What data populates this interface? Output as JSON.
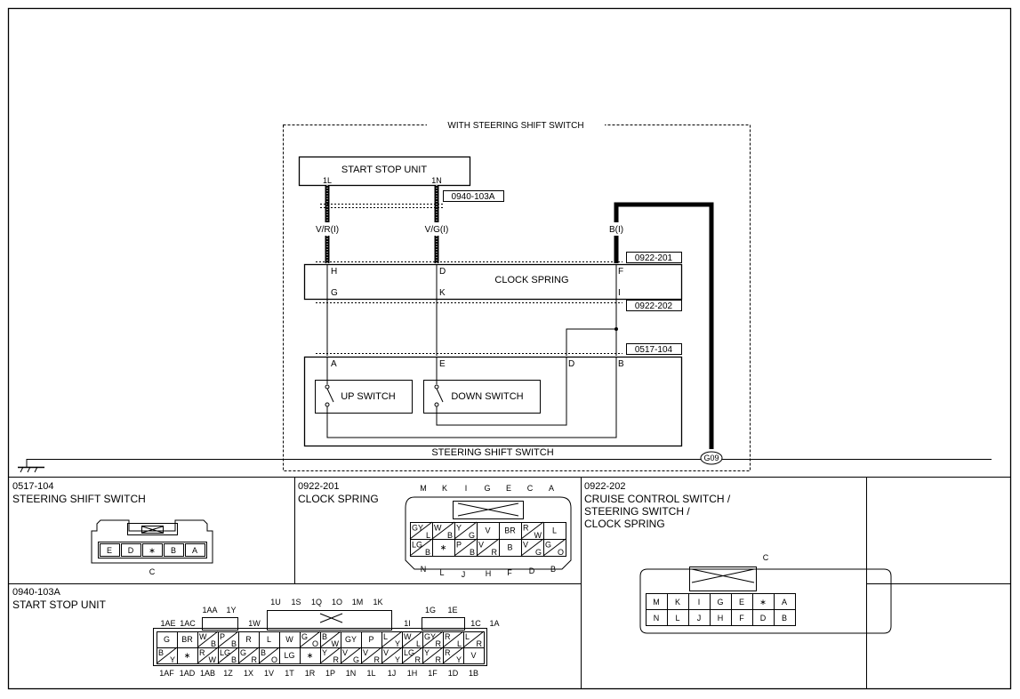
{
  "frame": {
    "title": "WITH STEERING SHIFT SWITCH"
  },
  "start_stop_unit": {
    "label": "START STOP UNIT",
    "pin_1l": "1L",
    "pin_1n": "1N",
    "connector": "0940-103A"
  },
  "wires": {
    "vr": "V/R(I)",
    "vg": "V/G(I)",
    "b": "B(I)"
  },
  "clock_spring": {
    "label": "CLOCK SPRING",
    "connector_top": "0922-201",
    "connector_bottom": "0922-202",
    "pins": {
      "h": "H",
      "d": "D",
      "f": "F",
      "g": "G",
      "k": "K",
      "i": "I"
    }
  },
  "steering_switch": {
    "label": "STEERING SHIFT SWITCH",
    "connector": "0517-104",
    "pins": {
      "a": "A",
      "e": "E",
      "d": "D",
      "b": "B"
    },
    "up": "UP SWITCH",
    "down": "DOWN SWITCH"
  },
  "ground": {
    "label": "G09"
  },
  "panels": {
    "p0517": {
      "code": "0517-104",
      "name": "STEERING SHIFT SWITCH",
      "cells": [
        "E",
        "D",
        "∗",
        "B",
        "A"
      ],
      "bottom": "C"
    },
    "p0922_201": {
      "code": "0922-201",
      "name": "CLOCK SPRING",
      "top": [
        "M",
        "K",
        "I",
        "G",
        "E",
        "C",
        "A"
      ],
      "bottom": [
        "N",
        "L",
        "J",
        "H",
        "F",
        "D",
        "B"
      ],
      "row1": [
        [
          "GY",
          "L"
        ],
        [
          "W",
          "B"
        ],
        [
          "Y",
          "G"
        ],
        [
          "V",
          ""
        ],
        [
          "BR",
          ""
        ],
        [
          "R",
          "W"
        ],
        [
          "L",
          ""
        ]
      ],
      "row2": [
        [
          "LG",
          "B"
        ],
        [
          "∗",
          ""
        ],
        [
          "P",
          "B"
        ],
        [
          "V",
          "R"
        ],
        [
          "B",
          ""
        ],
        [
          "V",
          "G"
        ],
        [
          "G",
          "O"
        ]
      ]
    },
    "p0922_202": {
      "code": "0922-202",
      "name1": "CRUISE CONTROL SWITCH /",
      "name2": "STEERING SWITCH /",
      "name3": "CLOCK SPRING",
      "top": "C",
      "row1": [
        "M",
        "K",
        "I",
        "G",
        "E",
        "∗",
        "A"
      ],
      "row2": [
        "N",
        "L",
        "J",
        "H",
        "F",
        "D",
        "B"
      ]
    },
    "p0940": {
      "code": "0940-103A",
      "name": "START STOP UNIT",
      "top_left": [
        "1AE",
        "1AC",
        "1AA",
        "1Y",
        "1W"
      ],
      "top_mid": [
        "1U",
        "1S",
        "1Q",
        "1O",
        "1M",
        "1K"
      ],
      "top_right": [
        "1I",
        "1G",
        "1E",
        "1C",
        "1A"
      ],
      "bottom": [
        "1AF",
        "1AD",
        "1AB",
        "1Z",
        "1X",
        "1V",
        "1T",
        "1R",
        "1P",
        "1N",
        "1L",
        "1J",
        "1H",
        "1F",
        "1D",
        "1B"
      ],
      "row1": [
        [
          "G",
          ""
        ],
        [
          "BR",
          ""
        ],
        [
          "W",
          "B"
        ],
        [
          "P",
          "B"
        ],
        [
          "R",
          ""
        ],
        [
          "L",
          ""
        ],
        [
          "W",
          ""
        ],
        [
          "G",
          "O"
        ],
        [
          "B",
          "W"
        ],
        [
          "GY",
          ""
        ],
        [
          "P",
          ""
        ],
        [
          "L",
          "Y"
        ],
        [
          "W",
          "L"
        ],
        [
          "GY",
          "R"
        ],
        [
          "R",
          "L"
        ],
        [
          "L",
          "R"
        ]
      ],
      "row2": [
        [
          "B",
          "Y"
        ],
        [
          "∗",
          ""
        ],
        [
          "R",
          "W"
        ],
        [
          "LG",
          "B"
        ],
        [
          "G",
          "R"
        ],
        [
          "B",
          "O"
        ],
        [
          "LG",
          ""
        ],
        [
          "∗",
          ""
        ],
        [
          "Y",
          "R"
        ],
        [
          "V",
          "G"
        ],
        [
          "V",
          "R"
        ],
        [
          "V",
          "Y"
        ],
        [
          "LG",
          "R"
        ],
        [
          "Y",
          "R"
        ],
        [
          "R",
          "Y"
        ],
        [
          "V",
          ""
        ]
      ]
    }
  }
}
